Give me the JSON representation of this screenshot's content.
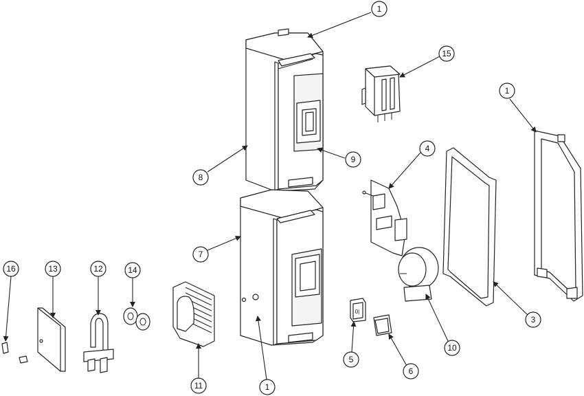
{
  "callouts": {
    "c1_top": "1",
    "c15": "15",
    "c1_right": "1",
    "c4": "4",
    "c9": "9",
    "c8": "8",
    "c7": "7",
    "c3": "3",
    "c16": "16",
    "c13": "13",
    "c12": "12",
    "c14": "14",
    "c10": "10",
    "c11": "11",
    "c1_bottom": "1",
    "c5": "5",
    "c6": "6"
  }
}
